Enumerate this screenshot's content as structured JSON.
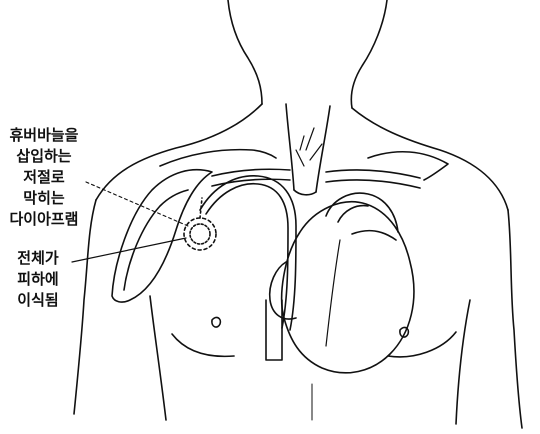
{
  "diagram": {
    "labels": {
      "port_diaphragm": {
        "lines": [
          "휴버바늘을",
          "삽입하는",
          "저절로",
          "막히는",
          "다이아프램"
        ]
      },
      "implanted": {
        "lines": [
          "전체가",
          "피하에",
          "이식됨"
        ]
      }
    }
  }
}
